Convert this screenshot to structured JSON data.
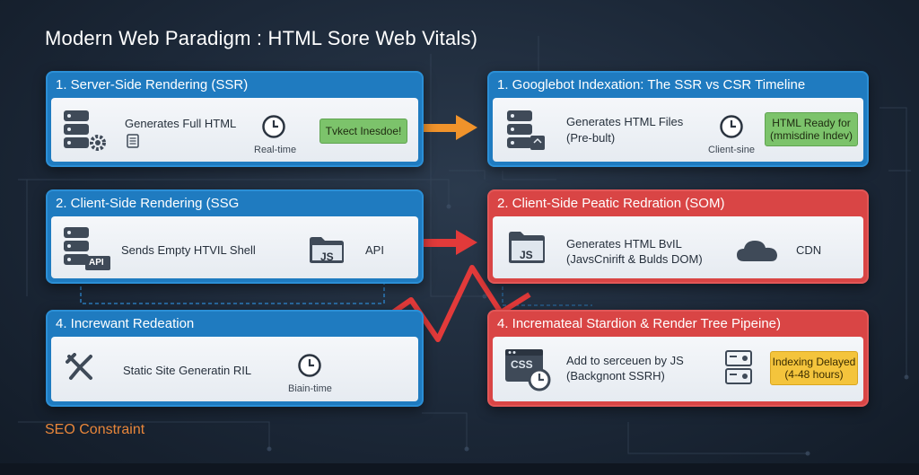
{
  "title": "Modern Web Paradigm : HTML Sore Web Vitals)",
  "footer_label": "SEO Constraint",
  "panels": {
    "ssr": {
      "header": "1. Server-Side Rendering (SSR)",
      "text": "Generates Full HTML",
      "time_label": "Real-time",
      "badge": "Tvkect Inesdoe!"
    },
    "googlebot": {
      "header": "1. Googlebot Indexation: The SSR vs CSR Timeline",
      "text_line1": "Generates HTML Files",
      "text_line2": "(Pre-bult)",
      "time_label": "Client-sine",
      "badge_line1": "HTML Ready for",
      "badge_line2": "(mmisdine Indev)"
    },
    "csr": {
      "header": "2. Client-Side Rendering (SSG",
      "text": "Sends Empty HTVIL Shell",
      "api_badge": "API",
      "js_label": "JS",
      "api_label": "API"
    },
    "csr_red": {
      "header": "2. Client-Side Peatic Redration (SOM)",
      "text_line1": "Generates HTML BvIL",
      "text_line2": "(JavsCnirift & Bulds DOM)",
      "js_label": "JS",
      "cdn_label": "CDN"
    },
    "incremental": {
      "header": "4. Increwant Redeation",
      "text": "Static Site Generatin RIL",
      "time_label": "Biain-time"
    },
    "pipeline": {
      "header": "4. Incremateal Stardion & Render Tree Pipeine)",
      "text_line1": "Add to serceuen by JS",
      "text_line2": "(Backgnont SSRH)",
      "css_label": "CSS",
      "badge_line1": "Indexing Delayed",
      "badge_line2": "(4-48 hours)"
    }
  },
  "colors": {
    "blue_panel": "#1f7bc0",
    "red_panel": "#d94545",
    "orange_arrow": "#f0932b",
    "red_arrow": "#e23a3a",
    "green_badge": "#7cc36b",
    "yellow_badge": "#f4c43c",
    "footer_accent": "#e8863a"
  }
}
